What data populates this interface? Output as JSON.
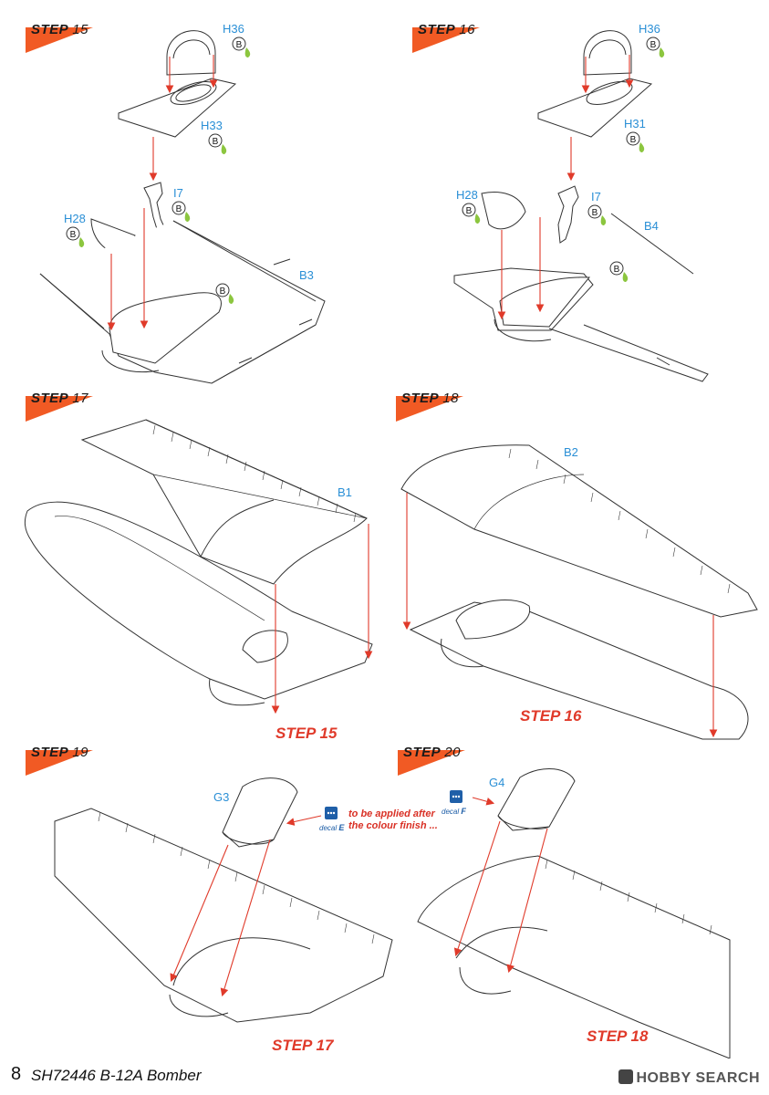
{
  "steps": [
    {
      "word": "STEP",
      "num": "15"
    },
    {
      "word": "STEP",
      "num": "16"
    },
    {
      "word": "STEP",
      "num": "17"
    },
    {
      "word": "STEP",
      "num": "18"
    },
    {
      "word": "STEP",
      "num": "19"
    },
    {
      "word": "STEP",
      "num": "20"
    }
  ],
  "parts": {
    "s15": [
      "H36",
      "H33",
      "I7",
      "H28",
      "B3"
    ],
    "s16": [
      "H36",
      "H31",
      "H28",
      "I7",
      "B4"
    ],
    "s17": [
      "B1"
    ],
    "s18": [
      "B2"
    ],
    "s19": [
      "G3"
    ],
    "s20": [
      "G4"
    ]
  },
  "refs": {
    "s17": "STEP 15",
    "s18": "STEP 16",
    "s19": "STEP 17",
    "s20": "STEP 18"
  },
  "paint_code": "B",
  "decals": {
    "s19": {
      "word": "decal",
      "letter": "E"
    },
    "s20": {
      "word": "decal",
      "letter": "F"
    }
  },
  "note": {
    "line1": "to be applied after",
    "line2": "the colour finish ..."
  },
  "footer": {
    "page": "8",
    "title": "SH72446 B-12A Bomber"
  },
  "watermark": "HOBBY SEARCH",
  "colors": {
    "accent": "#f15a24",
    "arrow": "#e03a2a",
    "part_label": "#2a8fd6",
    "paint_drop": "#8cc63f"
  }
}
